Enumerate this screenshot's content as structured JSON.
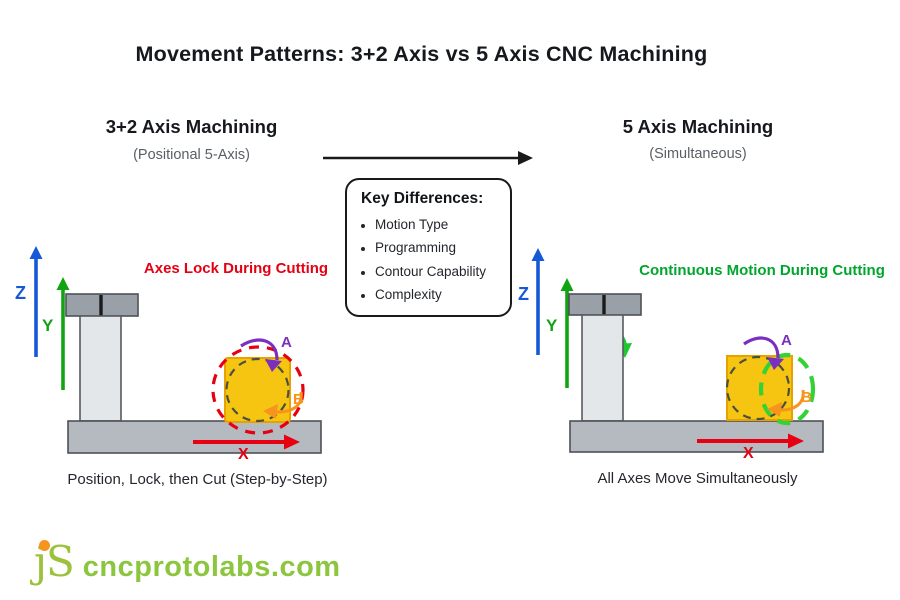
{
  "title": "Movement Patterns: 3+2 Axis vs 5 Axis CNC Machining",
  "key_differences": {
    "title": "Key Differences:",
    "items": [
      "Motion Type",
      "Programming",
      "Contour Capability",
      "Complexity"
    ]
  },
  "left": {
    "heading": "3+2 Axis Machining",
    "subheading": "(Positional 5-Axis)",
    "highlight": "Axes Lock During Cutting",
    "caption": "Position, Lock, then Cut (Step-by-Step)",
    "axis_labels": {
      "z": "Z",
      "y": "Y",
      "x": "X",
      "a": "A",
      "b": "B"
    }
  },
  "right": {
    "heading": "5 Axis Machining",
    "subheading": "(Simultaneous)",
    "highlight": "Continuous Motion During Cutting",
    "caption": "All Axes Move Simultaneously",
    "axis_labels": {
      "z": "Z",
      "y": "Y",
      "x": "X",
      "a": "A",
      "b": "B"
    }
  },
  "footer": {
    "logo": "jS",
    "website": "cncprotolabs.com"
  },
  "colors": {
    "red": "#e60012",
    "label_green": "#00a62e",
    "axis_blue": "#1659d6",
    "axis_green": "#12a312",
    "purple": "#7b2fbe",
    "orange": "#f7941d",
    "workpiece_yellow": "#f5c511",
    "machine_gray": "#9aa0a8",
    "logo_green": "#8cc63f"
  }
}
